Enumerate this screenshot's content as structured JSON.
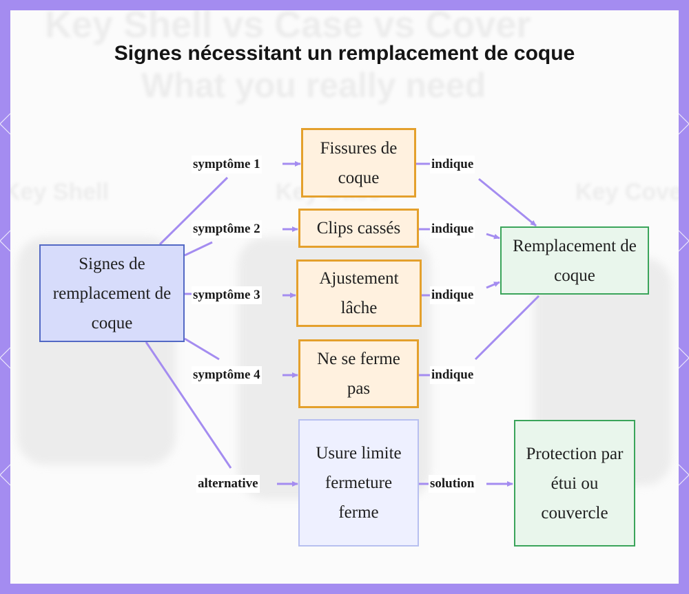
{
  "diagram": {
    "title": "Signes nécessitant un remplacement de coque",
    "nodes": {
      "source": "Signes de remplacement de coque",
      "cracks": "Fissures de coque",
      "clips": "Clips cassés",
      "loose": "Ajustement lâche",
      "not_closing": "Ne se ferme pas",
      "wear": "Usure limite fermeture ferme",
      "replacement": "Remplacement de coque",
      "protection": "Protection par étui ou couvercle"
    },
    "edges": {
      "symptom_1": "symptôme 1",
      "symptom_2": "symptôme 2",
      "symptom_3": "symptôme 3",
      "symptom_4": "symptôme 4",
      "alternative": "alternative",
      "indicates_1": "indique",
      "indicates_2": "indique",
      "indicates_3": "indique",
      "indicates_4": "indique",
      "solution": "solution"
    },
    "background_text": {
      "line1": "Key Shell vs Case vs Cover",
      "line2": "What you really need",
      "left": "Key Shell",
      "center": "Key Case",
      "right": "Key Cover"
    },
    "colors": {
      "frame": "#a48cf0",
      "edge": "#a48cf0",
      "source_fill": "#d7dcfb",
      "source_border": "#5268c4",
      "symptom_fill": "#fff1df",
      "symptom_border": "#e4a02c",
      "result_fill": "#e9f6ec",
      "result_border": "#3aa45a",
      "alt_fill": "#eef0ff",
      "alt_border": "#b7bff0"
    }
  }
}
